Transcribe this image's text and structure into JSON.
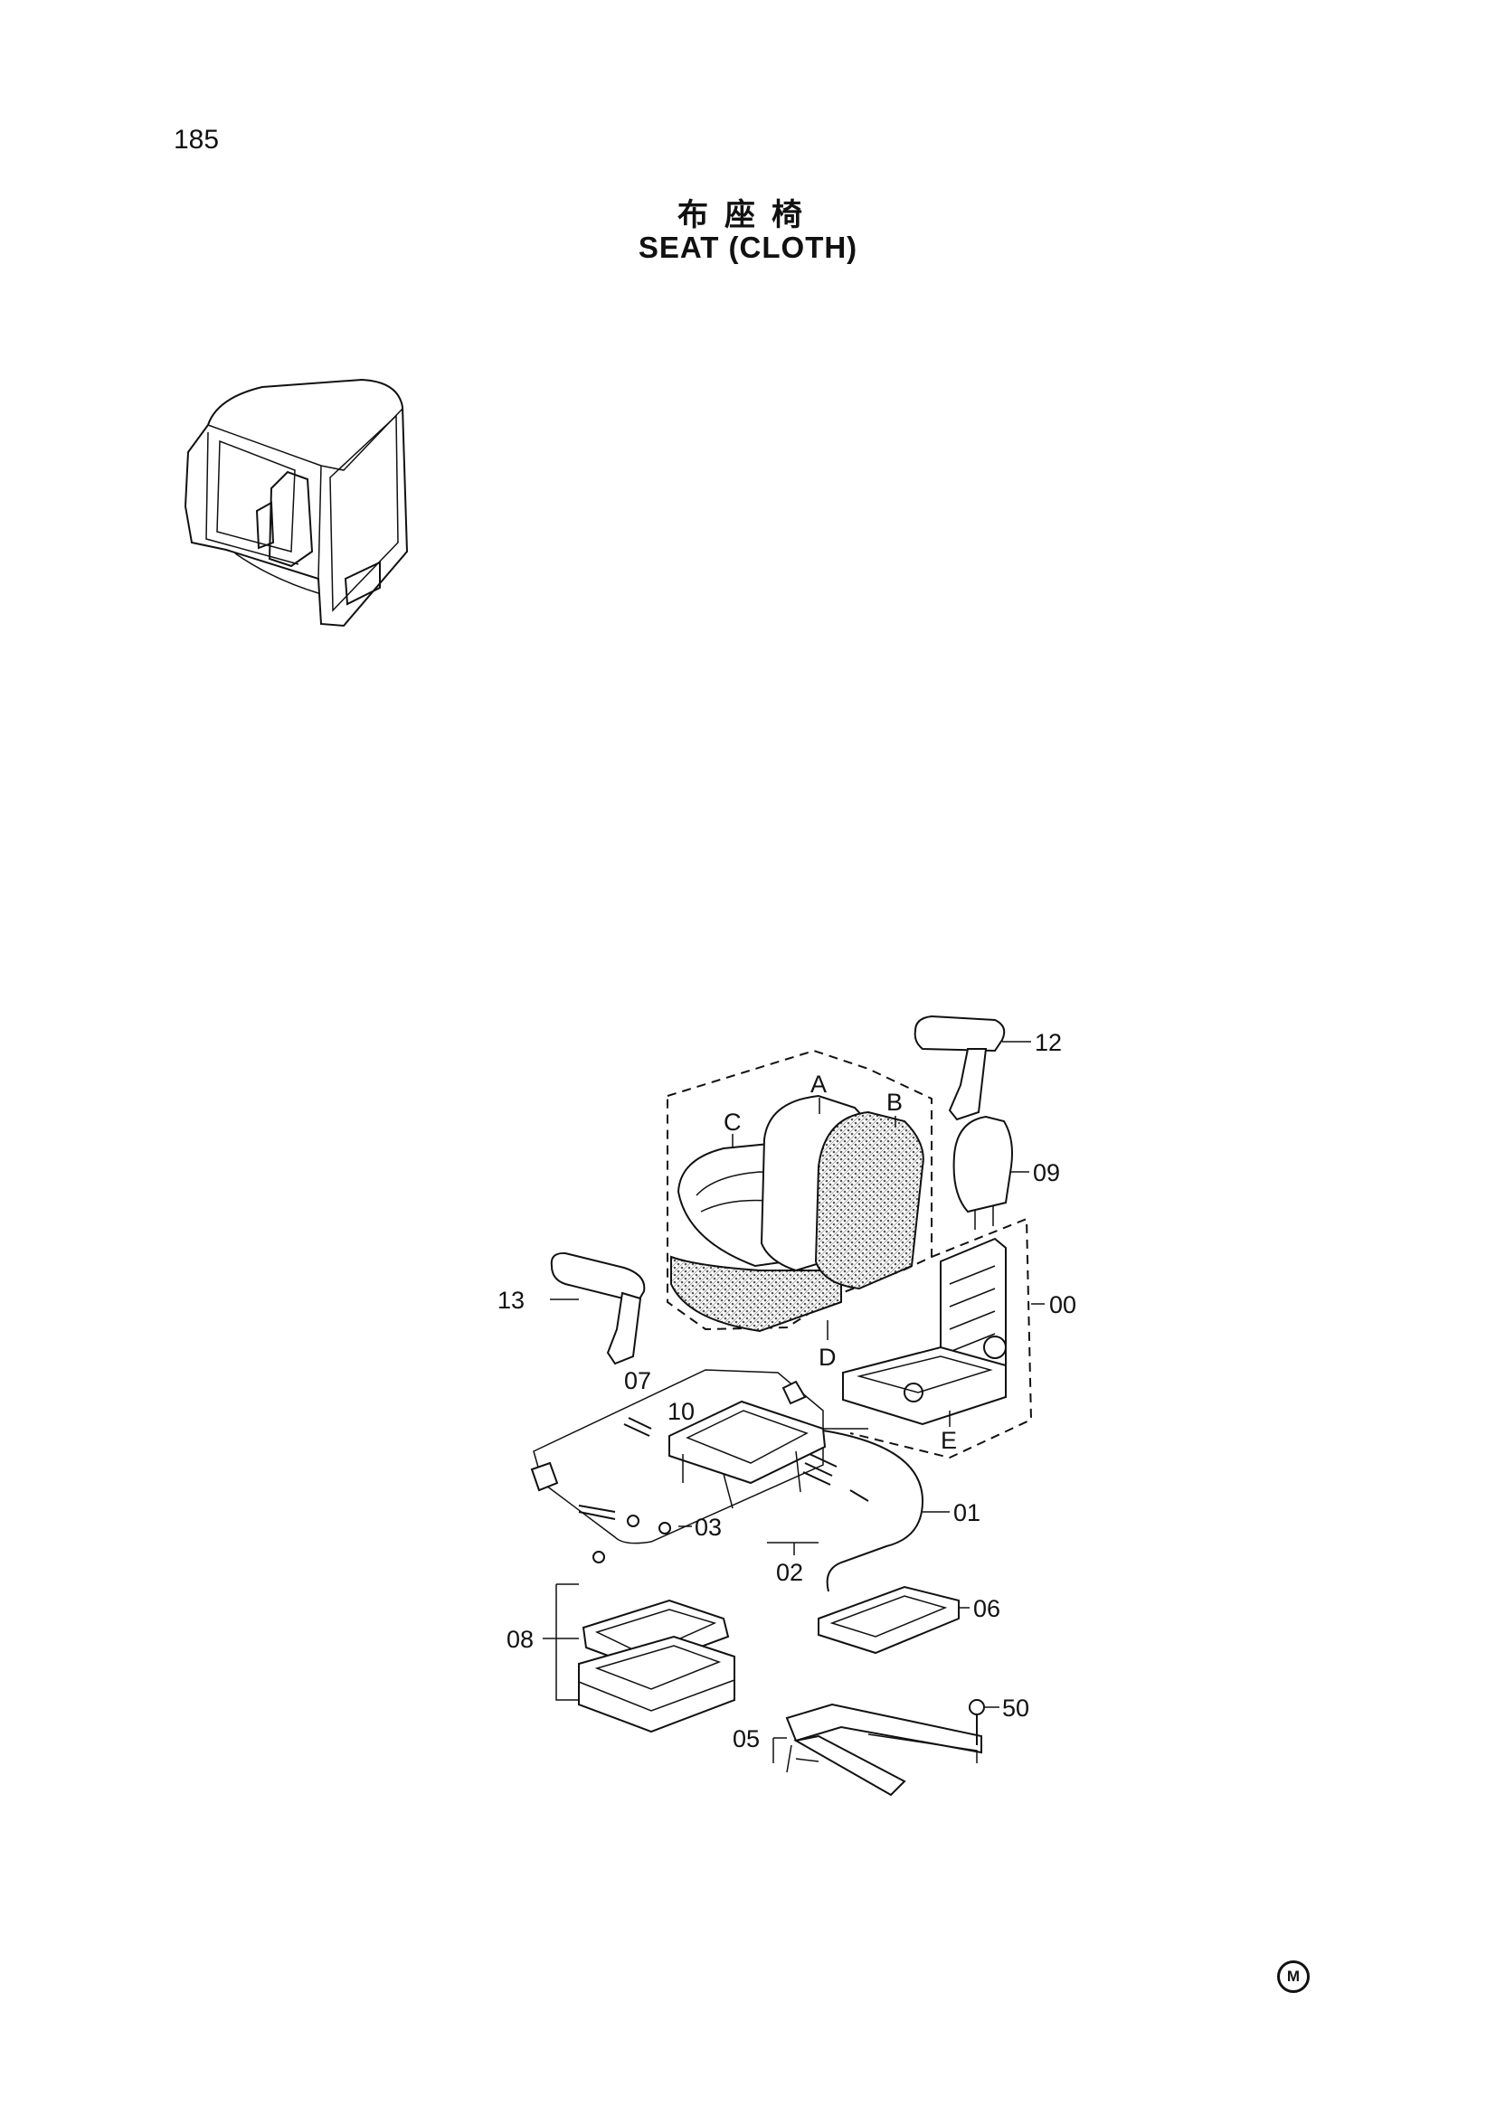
{
  "page_number": "185",
  "title_jp": "布座椅",
  "title_en": "SEAT (CLOTH)",
  "footer_mark": "M",
  "callouts": {
    "c12": "12",
    "cA": "A",
    "cB": "B",
    "cC": "C",
    "c09": "09",
    "c13": "13",
    "c00": "00",
    "cD": "D",
    "c07": "07",
    "c10": "10",
    "cE": "E",
    "c01": "01",
    "c03": "03",
    "c02": "02",
    "c06": "06",
    "c08": "08",
    "c50": "50",
    "c05": "05"
  }
}
